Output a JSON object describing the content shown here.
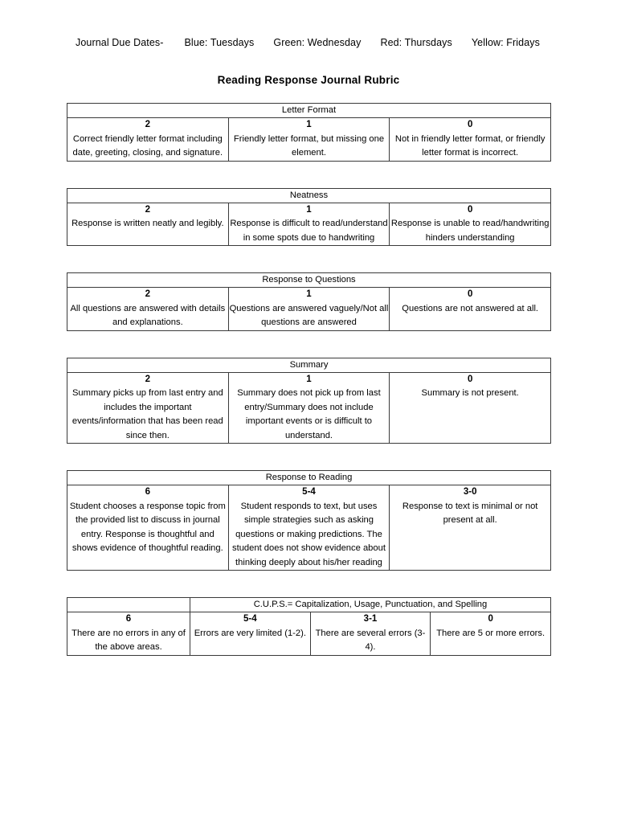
{
  "header": {
    "due_dates_label": "Journal Due Dates-",
    "due_dates": [
      "Blue: Tuesdays",
      "Green: Wednesday",
      "Red: Thursdays",
      "Yellow: Fridays"
    ],
    "title": "Reading Response Journal Rubric"
  },
  "rubric": [
    {
      "category": "Letter Format",
      "columns": [
        {
          "score": "2",
          "description": "Correct friendly letter format including date, greeting, closing, and signature."
        },
        {
          "score": "1",
          "description": "Friendly letter format, but missing one element."
        },
        {
          "score": "0",
          "description": "Not in friendly letter format, or friendly letter format is incorrect."
        }
      ]
    },
    {
      "category": "Neatness",
      "columns": [
        {
          "score": "2",
          "description": "Response is written neatly and legibly."
        },
        {
          "score": "1",
          "description": "Response is difficult to read/understand in some spots due to handwriting"
        },
        {
          "score": "0",
          "description": "Response is unable to read/handwriting hinders understanding"
        }
      ]
    },
    {
      "category": "Response to Questions",
      "columns": [
        {
          "score": "2",
          "description": "All questions are answered with details and explanations."
        },
        {
          "score": "1",
          "description": "Questions are answered vaguely/Not all questions are answered"
        },
        {
          "score": "0",
          "description": "Questions are not answered at all."
        }
      ]
    },
    {
      "category": "Summary",
      "columns": [
        {
          "score": "2",
          "description": "Summary picks up from last entry and includes the important events/information that has been read since then."
        },
        {
          "score": "1",
          "description": "Summary does not pick up from last entry/Summary does not include important events or is difficult to understand."
        },
        {
          "score": "0",
          "description": "Summary is not present."
        }
      ]
    },
    {
      "category": "Response to Reading",
      "columns": [
        {
          "score": "6",
          "description": "Student chooses a response topic from the provided list to discuss in journal entry. Response is thoughtful and shows evidence of thoughtful reading."
        },
        {
          "score": "5-4",
          "description": "Student responds to text, but uses simple strategies such as asking questions or making predictions. The student does not show evidence about thinking deeply about his/her reading"
        },
        {
          "score": "3-0",
          "description": "Response to text is minimal or not present at all."
        }
      ]
    }
  ],
  "cups": {
    "category": "C.U.P.S.= Capitalization, Usage, Punctuation, and Spelling",
    "columns": [
      {
        "score": "6",
        "description": "There are no errors in any of the above areas."
      },
      {
        "score": "5-4",
        "description": "Errors are very limited (1-2)."
      },
      {
        "score": "3-1",
        "description": "There are several errors (3-4)."
      },
      {
        "score": "0",
        "description": "There are 5 or more errors."
      }
    ]
  }
}
